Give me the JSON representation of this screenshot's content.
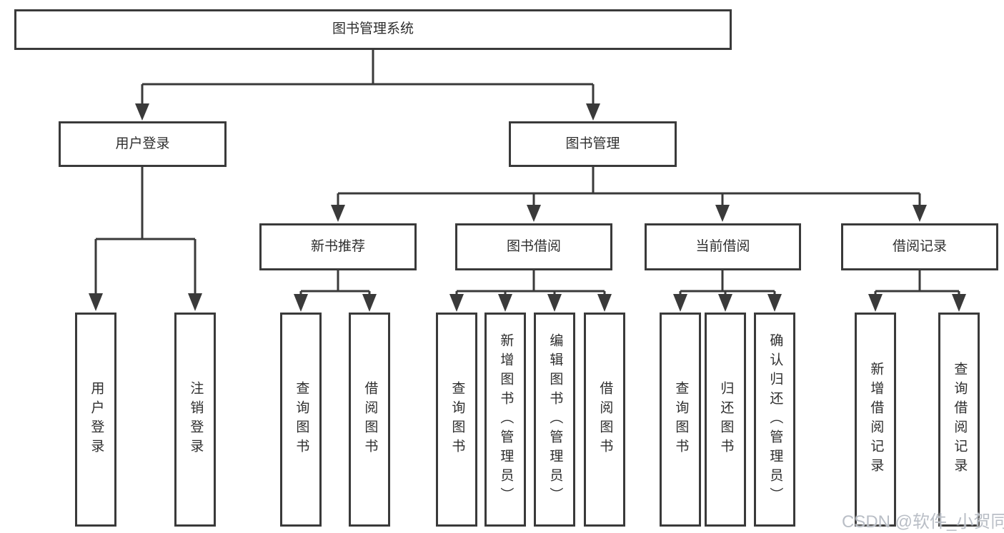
{
  "diagram_title": "图书管理系统",
  "tree": {
    "root": "图书管理系统",
    "branches": [
      {
        "label": "用户登录",
        "children": [
          "用户登录",
          "注销登录"
        ]
      },
      {
        "label": "图书管理",
        "groups": [
          {
            "label": "新书推荐",
            "children": [
              "查询图书",
              "借阅图书"
            ]
          },
          {
            "label": "图书借阅",
            "children": [
              "查询图书",
              "新增图书（管理员）",
              "编辑图书（管理员）",
              "借阅图书"
            ]
          },
          {
            "label": "当前借阅",
            "children": [
              "查询图书",
              "归还图书",
              "确认归还（管理员）"
            ]
          },
          {
            "label": "借阅记录",
            "children": [
              "新增借阅记录",
              "查询借阅记录"
            ]
          }
        ]
      }
    ]
  },
  "watermark": {
    "text": "CSDN @软件_小贺同学"
  },
  "colors": {
    "line": "#3a3a3a",
    "text": "#2e2e2e",
    "watermark": "#b9bec6"
  }
}
